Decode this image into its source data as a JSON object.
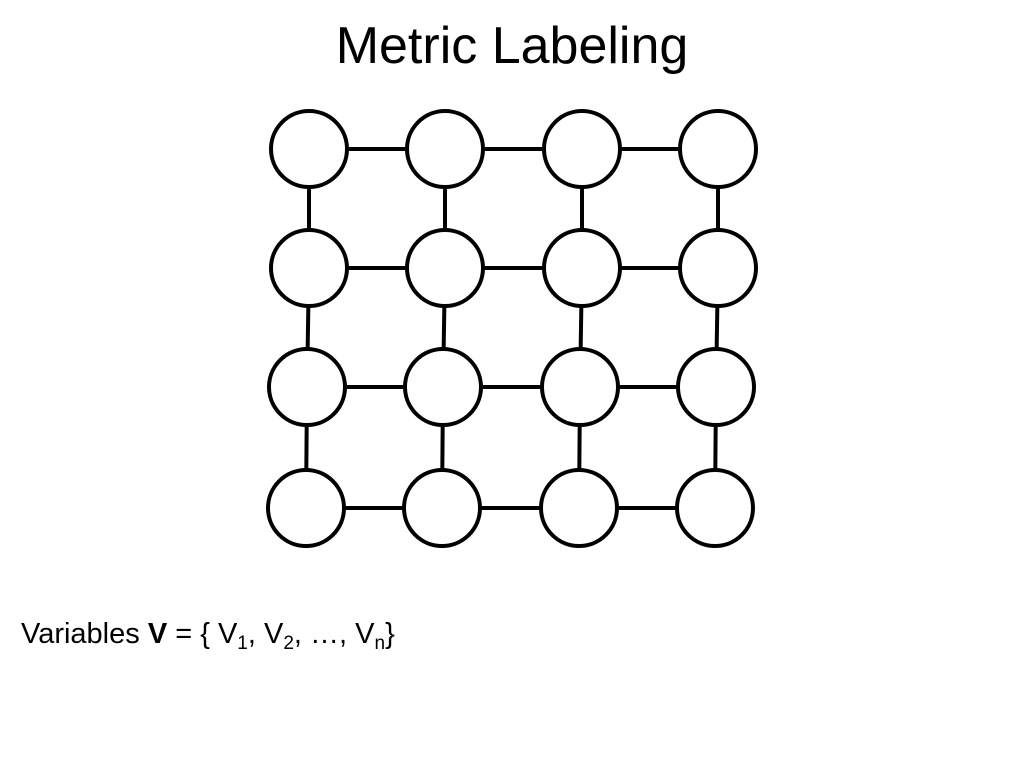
{
  "slide": {
    "title": "Metric Labeling"
  },
  "graph": {
    "rows": 4,
    "cols": 4,
    "stroke_color": "#000000",
    "node_fill": "#ffffff"
  },
  "caption": {
    "prefix": "Variables ",
    "bold_symbol": "V",
    "equals_open": " = { ",
    "var1": "V",
    "sub1": "1",
    "sep1": ", ",
    "var2": "V",
    "sub2": "2",
    "ellipsis": ", …, ",
    "varn": "V",
    "subn": "n",
    "close": "}"
  }
}
